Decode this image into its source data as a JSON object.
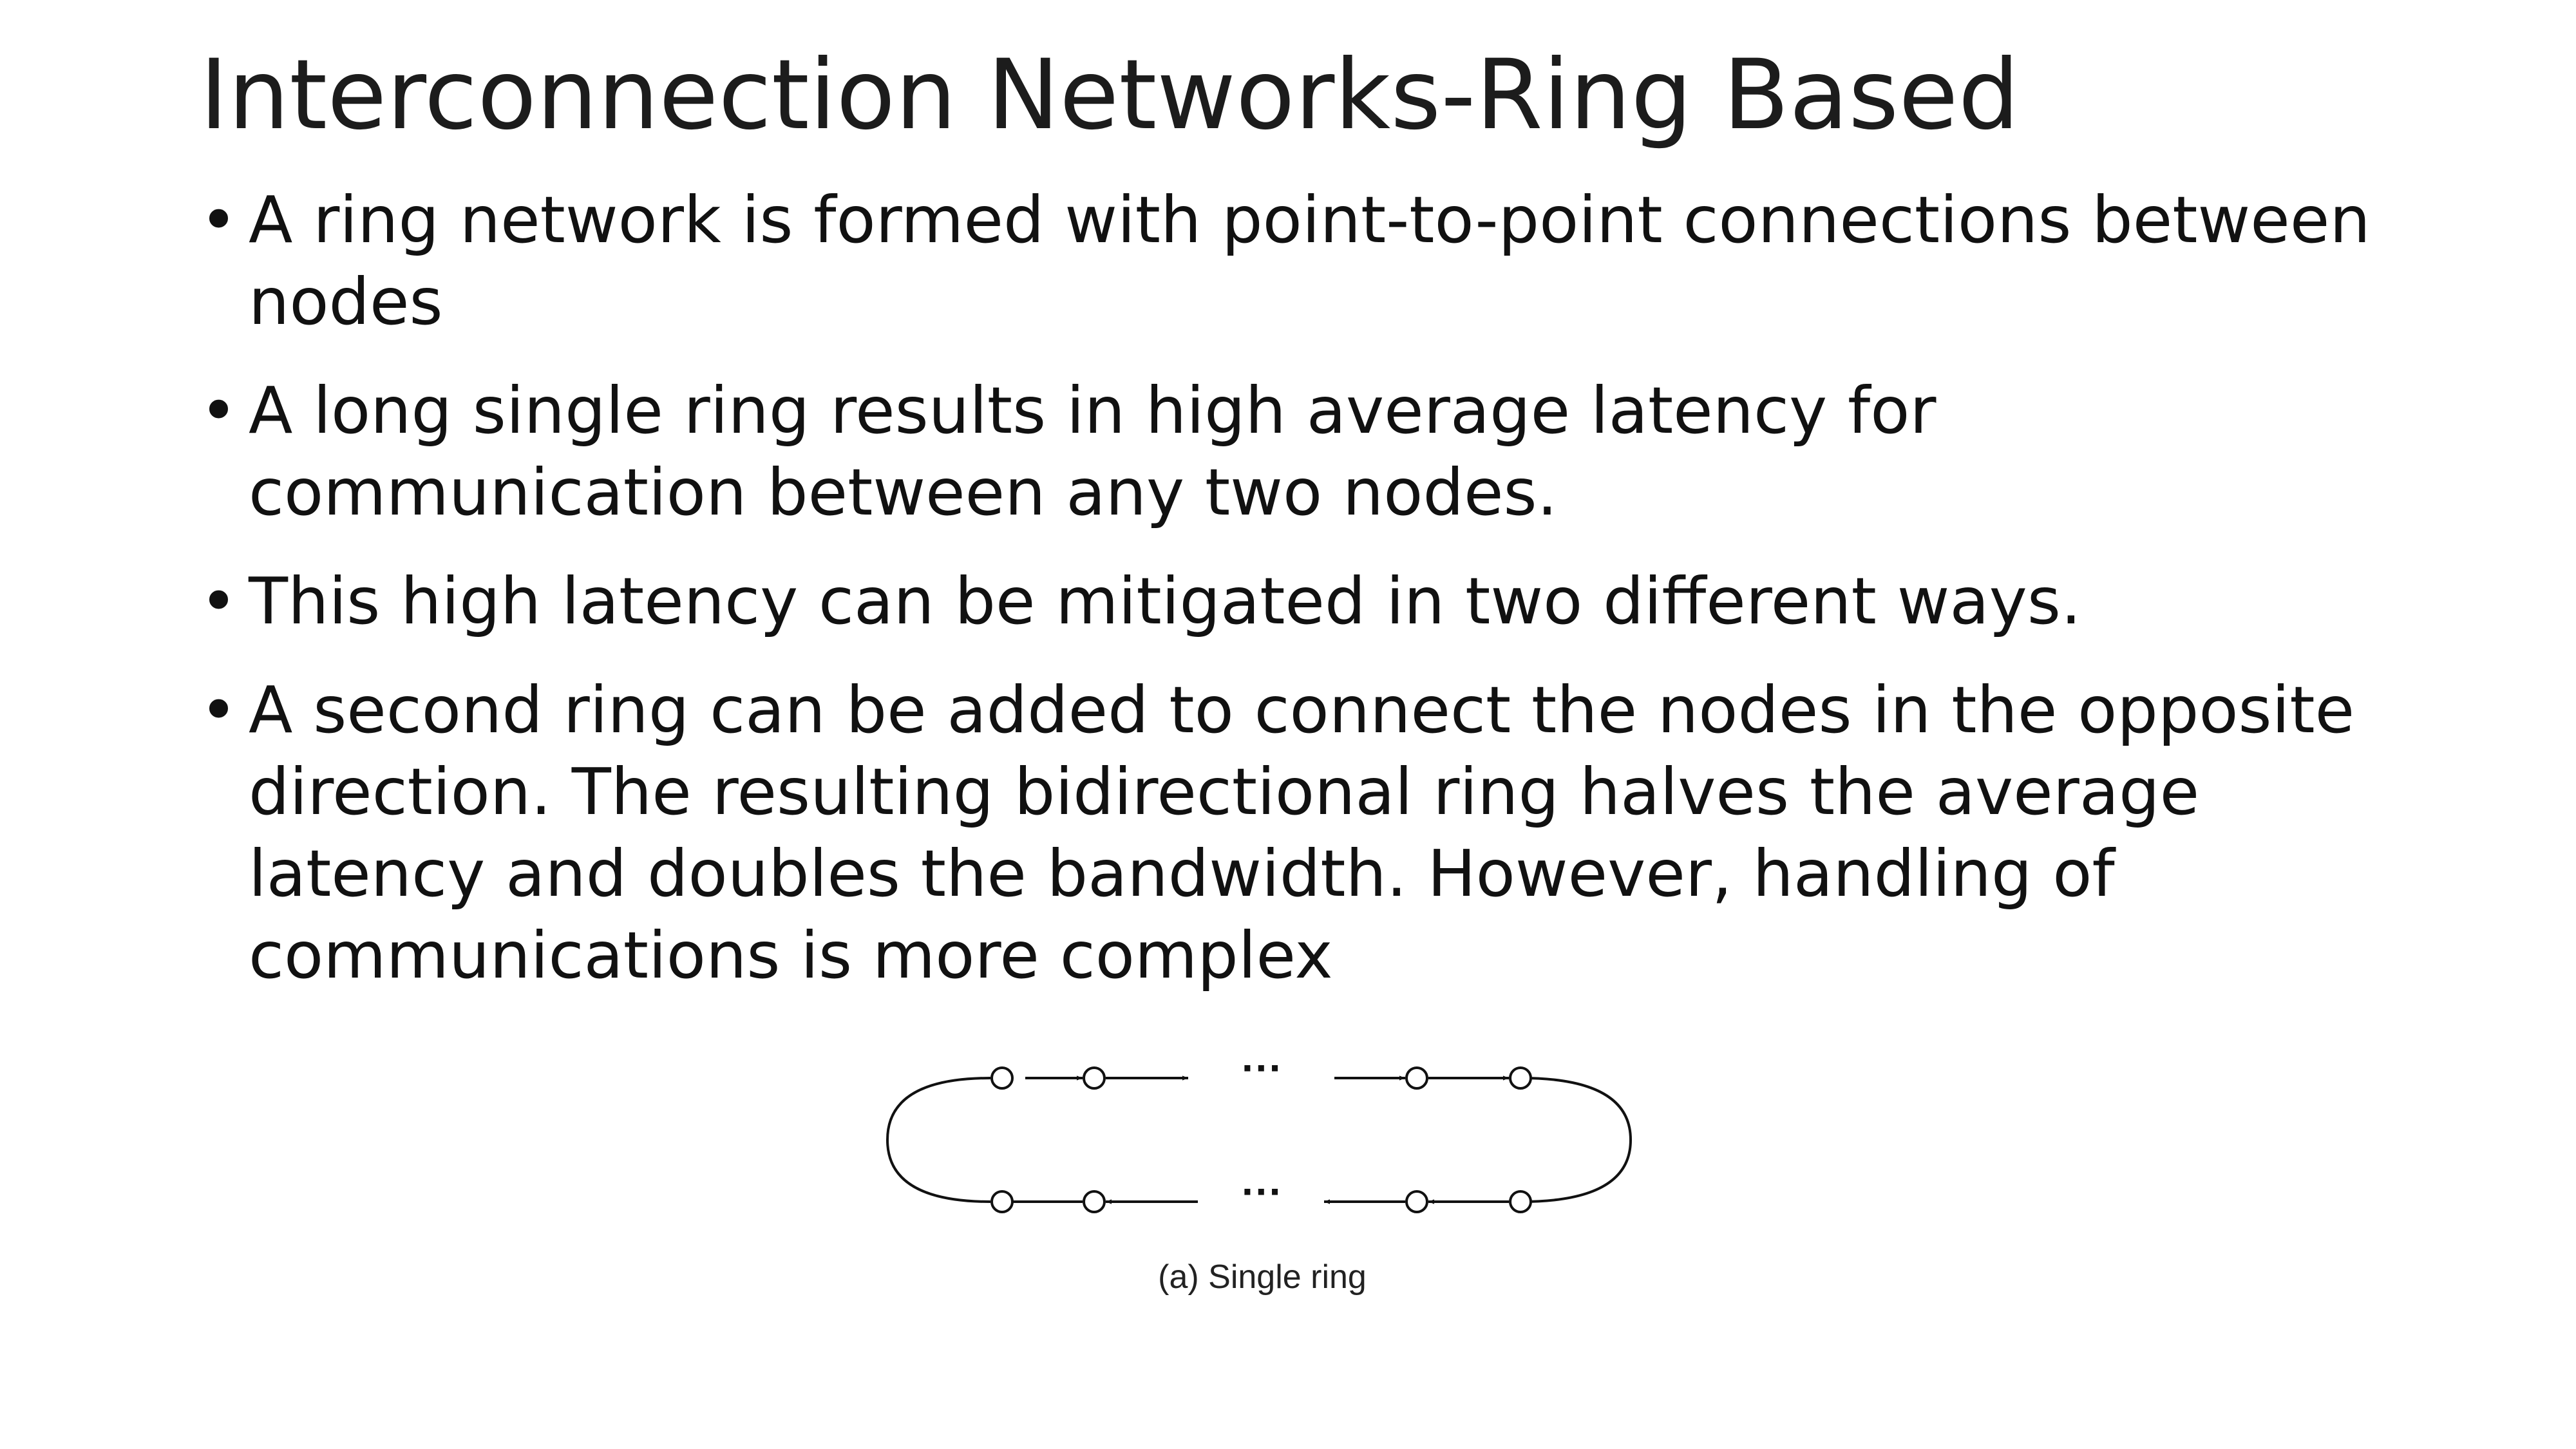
{
  "slide": {
    "title": "Interconnection Networks-Ring Based",
    "bullet_symbol": "•",
    "bullets": [
      "A ring network is formed with point-to-point connections between nodes",
      "A long single ring results in high average latency for communication between any two nodes.",
      "This high latency can be mitigated in two different ways.",
      "A second ring can be added to connect the nodes in the opposite direction. The resulting bidirectional ring halves the average latency and doubles the bandwidth. However, handling of communications is more complex"
    ]
  },
  "figure": {
    "caption": "(a) Single ring",
    "ellipsis_top": "···",
    "ellipsis_bottom": "···",
    "line_color": "#111111"
  }
}
